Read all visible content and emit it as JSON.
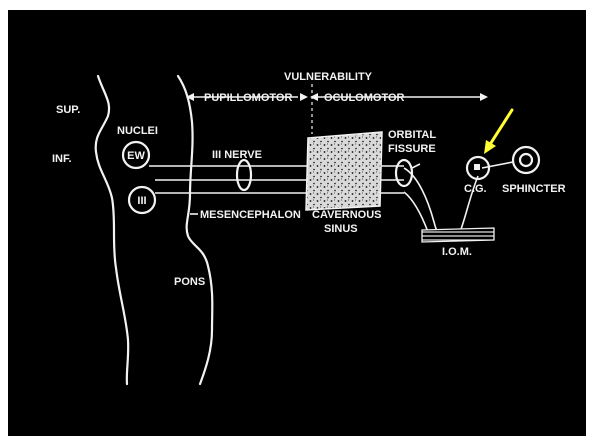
{
  "labels": {
    "sup": "SUP.",
    "inf": "INF.",
    "nuclei": "NUCLEI",
    "ew": "EW",
    "iii": "III",
    "iii_nerve": "III NERVE",
    "vulnerability": "VULNERABILITY",
    "pupillomotor": "PUPILLOMOTOR",
    "oculomotor": "OCULOMOTOR",
    "mesencephalon": "MESENCEPHALON",
    "cavernous": "CAVERNOUS",
    "sinus": "SINUS",
    "orbital": "ORBITAL",
    "fissure": "FISSURE",
    "cg": "C.G.",
    "sphincter": "SPHINCTER",
    "iom": "I.O.M.",
    "pons": "PONS"
  },
  "colors": {
    "background": "#000000",
    "line": "#f2f2f2",
    "arrow": "#ffff33"
  },
  "icons": {
    "pointer": "yellow-arrow-icon"
  }
}
